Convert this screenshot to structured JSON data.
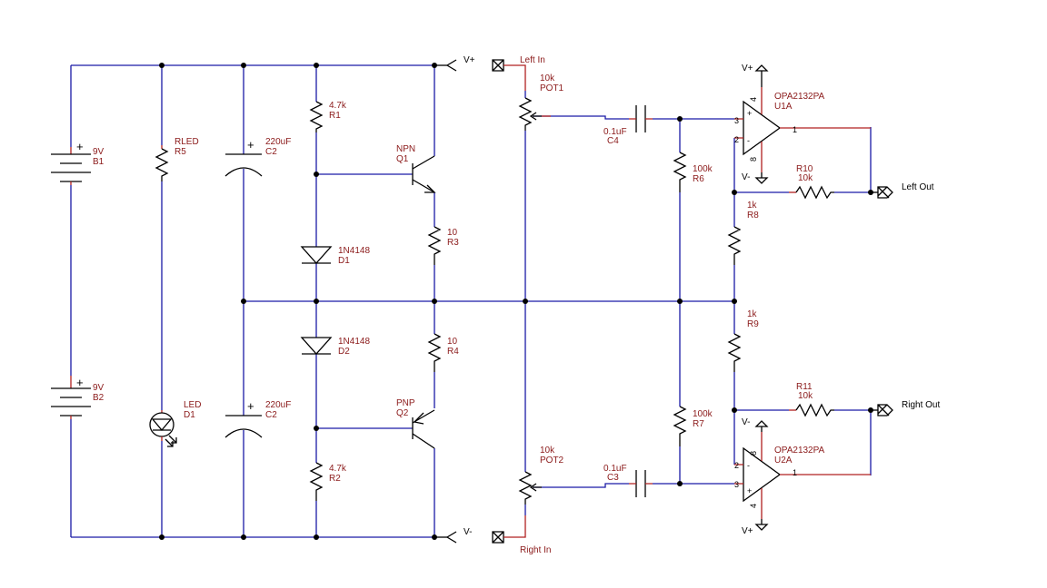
{
  "batteries": [
    {
      "value": "9V",
      "ref": "B1"
    },
    {
      "value": "9V",
      "ref": "B2"
    }
  ],
  "resistors": {
    "r5": {
      "value": "RLED",
      "ref": "R5"
    },
    "r1": {
      "value": "4.7k",
      "ref": "R1"
    },
    "r2": {
      "value": "4.7k",
      "ref": "R2"
    },
    "r3": {
      "value": "10",
      "ref": "R3"
    },
    "r4": {
      "value": "10",
      "ref": "R4"
    },
    "r6": {
      "value": "100k",
      "ref": "R6"
    },
    "r7": {
      "value": "100k",
      "ref": "R7"
    },
    "r8": {
      "value": "1k",
      "ref": "R8"
    },
    "r9": {
      "value": "1k",
      "ref": "R9"
    },
    "r10": {
      "ref": "R10",
      "value": "10k"
    },
    "r11": {
      "ref": "R11",
      "value": "10k"
    }
  },
  "capacitors": {
    "c2a": {
      "value": "220uF",
      "ref": "C2"
    },
    "c2b": {
      "value": "220uF",
      "ref": "C2"
    },
    "c4": {
      "value": "0.1uF",
      "ref": "C4"
    },
    "c3": {
      "value": "0.1uF",
      "ref": "C3"
    }
  },
  "diodes": {
    "d1": {
      "value": "1N4148",
      "ref": "D1"
    },
    "d2": {
      "value": "1N4148",
      "ref": "D2"
    },
    "led": {
      "value": "LED",
      "ref": "D1"
    }
  },
  "transistors": {
    "q1": {
      "type": "NPN",
      "ref": "Q1"
    },
    "q2": {
      "type": "PNP",
      "ref": "Q2"
    }
  },
  "pots": {
    "pot1": {
      "value": "10k",
      "ref": "POT1"
    },
    "pot2": {
      "value": "10k",
      "ref": "POT2"
    }
  },
  "opamps": {
    "u1a": {
      "part": "OPA2132PA",
      "ref": "U1A",
      "pins": {
        "noninv": "3",
        "inv": "2",
        "out": "1",
        "vplus": "4",
        "vminus": "8"
      }
    },
    "u2a": {
      "part": "OPA2132PA",
      "ref": "U2A",
      "pins": {
        "noninv": "3",
        "inv": "2",
        "out": "1",
        "vplus": "4",
        "vminus": "8"
      }
    }
  },
  "rails": {
    "vplus_main": "V+",
    "vminus_main": "V-",
    "u1_top": "V+",
    "u1_bottom": "V-",
    "u2_top": "V-",
    "u2_bottom": "V+"
  },
  "ports": {
    "left_in": "Left In",
    "right_in": "Right In",
    "left_out": "Left Out",
    "right_out": "Right Out"
  },
  "signs": {
    "plus": "+",
    "minus": "-"
  }
}
